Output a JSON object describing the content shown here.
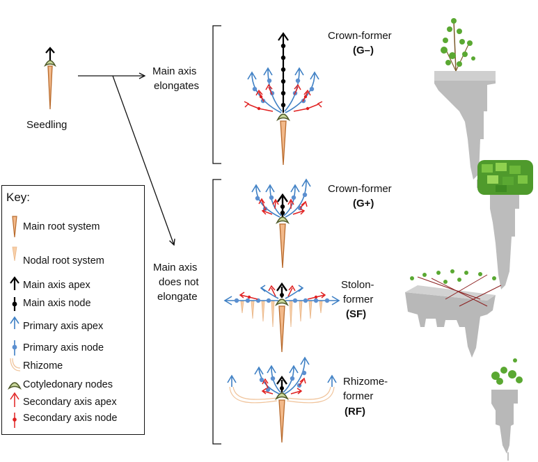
{
  "seedling_label": "Seedling",
  "branch_top": {
    "line1": "Main axis",
    "line2": "elongates"
  },
  "branch_bottom": {
    "line1": "Main axis",
    "line2": "does not",
    "line3": "elongate"
  },
  "types": [
    {
      "line1": "Crown-former",
      "line2": "(G–)"
    },
    {
      "line1": "Crown-former",
      "line2": "(G+)"
    },
    {
      "line1": "Stolon-",
      "line2": "former",
      "line3": "(SF)"
    },
    {
      "line1": "Rhizome-",
      "line2": "former",
      "line3": "(RF)"
    }
  ],
  "key": {
    "title": "Key:",
    "items": [
      {
        "label": "Main root system",
        "icon": "main-root-icon"
      },
      {
        "label": "Nodal root system",
        "icon": "nodal-root-icon"
      },
      {
        "label": "Main axis apex",
        "icon": "black-arrow-icon"
      },
      {
        "label": "Main axis node",
        "icon": "black-node-icon"
      },
      {
        "label": "Primary axis apex",
        "icon": "blue-arrow-icon"
      },
      {
        "label": "Primary axis node",
        "icon": "blue-node-icon"
      },
      {
        "label": "Rhizome",
        "icon": "rhizome-icon"
      },
      {
        "label": "Cotyledonary nodes",
        "icon": "cotyledon-icon"
      },
      {
        "label": "Secondary axis apex",
        "icon": "red-arrow-icon"
      },
      {
        "label": "Secondary axis node",
        "icon": "red-node-icon"
      }
    ]
  },
  "colors": {
    "main_axis": "#000000",
    "primary_axis": "#3d7fc4",
    "primary_node": "#5b8fd0",
    "secondary_axis": "#e02020",
    "main_root": "#b86a2c",
    "main_root_fill": "#f2b98a",
    "nodal_root": "#f8cfa8",
    "rhizome": "#f0c39a",
    "cotyledon_fill": "#c9d79a",
    "cotyledon_stroke": "#4f5a2a",
    "render_grey": "#b8b8b8",
    "foliage": "#5aa832"
  }
}
